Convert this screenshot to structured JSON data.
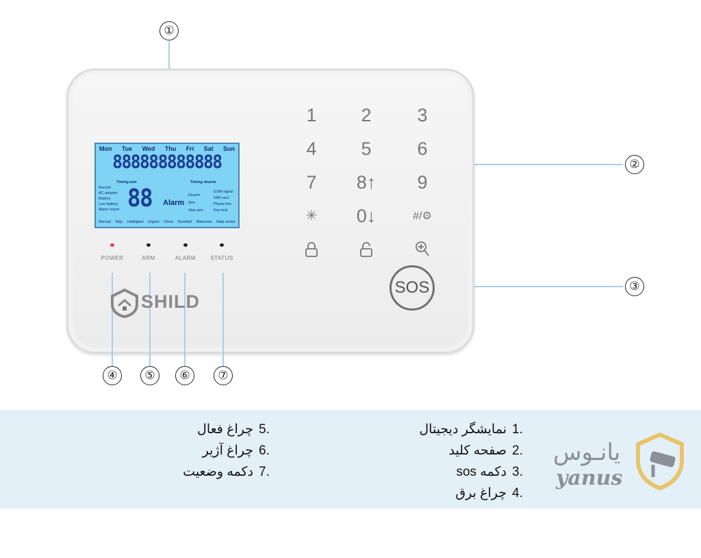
{
  "callouts": [
    "①",
    "②",
    "③",
    "④",
    "⑤",
    "⑥",
    "⑦"
  ],
  "lcd": {
    "days": [
      "Mon",
      "Tue",
      "Wed",
      "Thu",
      "Fri",
      "Sat",
      "Sun"
    ],
    "main_digits": "888888888888",
    "timing_arm": "Timing arm",
    "timing_disarm": "Timing disarm",
    "left_labels": [
      "Record",
      "AC adaptor",
      "Battery",
      "Low battery",
      "Alarm report"
    ],
    "zone_digits": "88",
    "alarm": "Alarm",
    "mid_labels": [
      "Disarm",
      "Arm",
      "Stay arm"
    ],
    "right_labels": [
      "GSM signal",
      "SIM card",
      "Phone line",
      "Key lock"
    ],
    "bottom_labels": [
      "Normal",
      "Stay",
      "Intelligent",
      "Urgent",
      "Close",
      "Doorbell",
      "Welcome",
      "Help senior"
    ]
  },
  "keypad": [
    "1",
    "2",
    "3",
    "4",
    "5",
    "6",
    "7",
    "8↑",
    "9",
    "✳",
    "0↓",
    "#/⚙",
    "lock-icon",
    "unlock-icon",
    "zoom-icon"
  ],
  "keypad_labels": {
    "k1": "1",
    "k2": "2",
    "k3": "3",
    "k4": "4",
    "k5": "5",
    "k6": "6",
    "k7": "7",
    "k8": "8↑",
    "k9": "9",
    "star": "✳",
    "k0": "0↓",
    "hash": "#/⚙"
  },
  "sos": "SOS",
  "leds": [
    "POWER",
    "ARM",
    "ALARM",
    "STATUS"
  ],
  "brand": "SHILD",
  "legend": {
    "right": [
      {
        "n": "1.",
        "t": "نمایشگر دیجیتال"
      },
      {
        "n": "2.",
        "t": "صفحه کلید"
      },
      {
        "n": "3.",
        "t": "دکمه sos"
      },
      {
        "n": "4.",
        "t": "چراغ برق"
      }
    ],
    "left": [
      {
        "n": "5.",
        "t": "چراغ فعال"
      },
      {
        "n": "6.",
        "t": "چراغ آژیر"
      },
      {
        "n": "7.",
        "t": "دکمه وضعیت"
      }
    ]
  },
  "logo": {
    "fa": "یانـوس",
    "en": "yanus"
  },
  "colors": {
    "accent_line": "#a9cdec",
    "band": "#e4f0f8",
    "lcd": "#7fd3f4",
    "logo_gold": "#e8c46a",
    "logo_gray": "#8a8f99"
  }
}
